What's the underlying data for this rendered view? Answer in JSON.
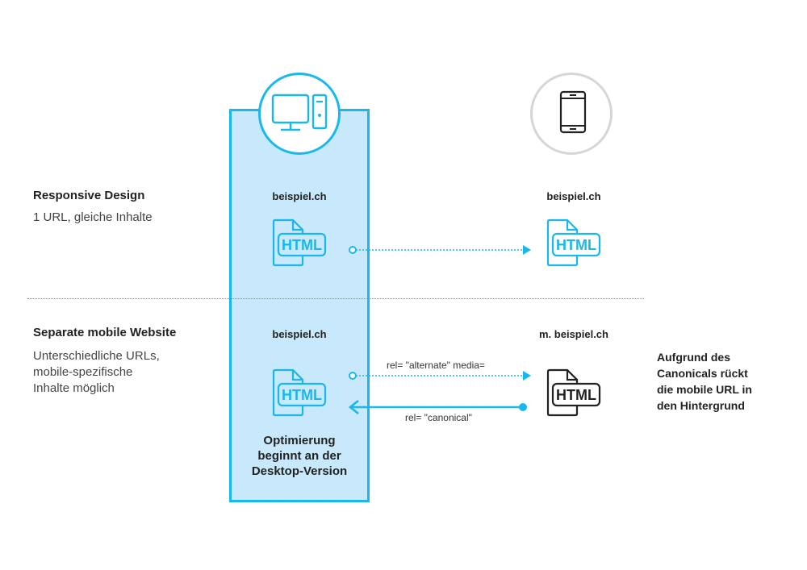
{
  "colors": {
    "accent": "#18b8ec",
    "accent_fill": "#c8e9fb",
    "neutral_circle": "#d6d6d6",
    "dark_icon": "#222222"
  },
  "icons": {
    "desktop": "desktop-computer-icon",
    "mobile": "smartphone-icon",
    "html_file": "html-file-icon"
  },
  "sections": [
    {
      "title": "Responsive Design",
      "description_lines": [
        "1 URL, gleiche Inhalte"
      ],
      "desktop_domain": "beispiel.ch",
      "mobile_domain": "beispiel.ch"
    },
    {
      "title": "Separate mobile Website",
      "description_lines": [
        "Unterschiedliche URLs,",
        "mobile-spezifische",
        "Inhalte möglich"
      ],
      "desktop_domain": "beispiel.ch",
      "mobile_domain": "m. beispiel.ch",
      "alternate_label": "rel= \"alternate\" media=",
      "canonical_label": "rel= \"canonical\""
    }
  ],
  "desktop_note_lines": [
    "Optimierung",
    "beginnt an der",
    "Desktop-Version"
  ],
  "canonical_note_lines": [
    "Aufgrund des",
    "Canonicals rückt",
    "die mobile URL in",
    "den Hintergrund"
  ]
}
